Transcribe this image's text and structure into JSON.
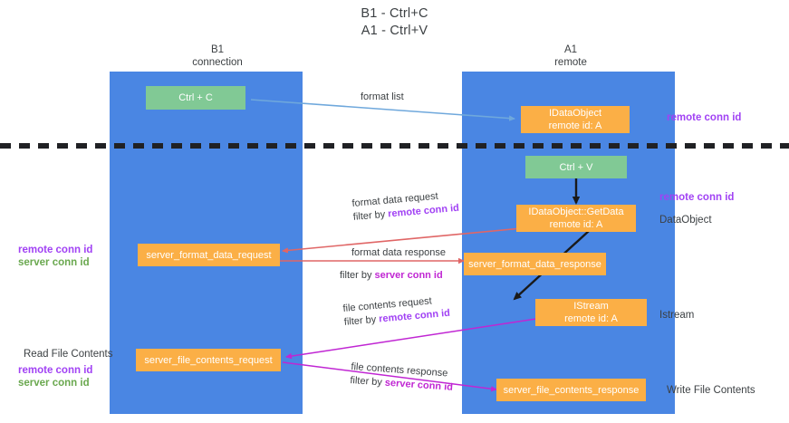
{
  "title": {
    "line1": "B1 - Ctrl+C",
    "line2": "A1 - Ctrl+V"
  },
  "columns": [
    {
      "id": "b1",
      "name": "B1",
      "role": "connection"
    },
    {
      "id": "a1",
      "name": "A1",
      "role": "remote"
    }
  ],
  "nodes": {
    "ctrl_c": {
      "label": "Ctrl + C",
      "sub": "",
      "color": "#81c995"
    },
    "ctrl_v": {
      "label": "Ctrl + V",
      "sub": "",
      "color": "#81c995"
    },
    "idataobject": {
      "label": "IDataObject",
      "sub": "remote id: A",
      "color": "#fbaf46"
    },
    "getdata": {
      "label": "IDataObject::GetData",
      "sub": "remote id: A",
      "color": "#fbaf46"
    },
    "fmt_req": {
      "label": "server_format_data_request",
      "sub": "",
      "color": "#fbaf46"
    },
    "fmt_resp": {
      "label": "server_format_data_response",
      "sub": "",
      "color": "#fbaf46"
    },
    "istream": {
      "label": "IStream",
      "sub": "remote id: A",
      "color": "#fbaf46"
    },
    "file_req": {
      "label": "server_file_contents_request",
      "sub": "",
      "color": "#fbaf46"
    },
    "file_resp": {
      "label": "server_file_contents_response",
      "sub": "",
      "color": "#fbaf46"
    }
  },
  "edge_labels": {
    "format_list": {
      "text": "format list"
    },
    "format_data_request": {
      "text": "format data request"
    },
    "filter_by_remote_1": {
      "prefix": "filter by ",
      "highlight": "remote conn id"
    },
    "format_data_response": {
      "text": "format data response"
    },
    "filter_by_server_1": {
      "prefix": "filter by ",
      "highlight": "server conn id"
    },
    "file_contents_request": {
      "text": "file contents request"
    },
    "filter_by_remote_2": {
      "prefix": "filter by ",
      "highlight": "remote conn id"
    },
    "file_contents_response": {
      "text": "file contents response"
    },
    "filter_by_server_2": {
      "prefix": "filter by ",
      "highlight": "server conn id"
    }
  },
  "annotations": {
    "right_remote_conn_top": "remote conn id",
    "right_remote_conn_mid": "remote conn id",
    "right_dataobject": "DataObject",
    "right_istream": "Istream",
    "right_write_file": "Write File Contents",
    "left_remote_conn": "remote conn id",
    "left_server_conn": "server conn id",
    "left_read_file": "Read File Contents",
    "left_remote_conn2": "remote conn id",
    "left_server_conn2": "server conn id"
  },
  "colors": {
    "lane": "#4a86e3",
    "node_orange": "#fbaf46",
    "node_green": "#81c995",
    "purple": "#a142f4",
    "green_text": "#6aa84f",
    "magenta": "#c026d3",
    "arrow_blue": "#6fa8dc",
    "arrow_red": "#e06666",
    "arrow_black": "#1a1a1a",
    "divider": "#202124",
    "text": "#3c4043"
  }
}
